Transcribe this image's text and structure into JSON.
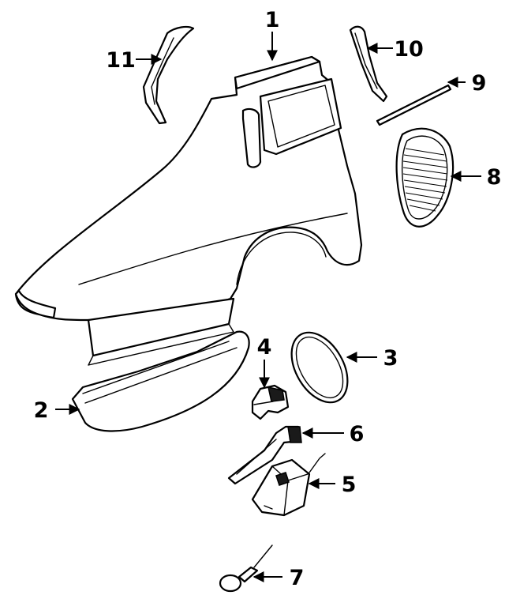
{
  "diagram": {
    "colors": {
      "line": "#000000",
      "background": "#ffffff"
    },
    "callouts": [
      {
        "id": "1",
        "label": "1"
      },
      {
        "id": "2",
        "label": "2"
      },
      {
        "id": "3",
        "label": "3"
      },
      {
        "id": "4",
        "label": "4"
      },
      {
        "id": "5",
        "label": "5"
      },
      {
        "id": "6",
        "label": "6"
      },
      {
        "id": "7",
        "label": "7"
      },
      {
        "id": "8",
        "label": "8"
      },
      {
        "id": "9",
        "label": "9"
      },
      {
        "id": "10",
        "label": "10"
      },
      {
        "id": "11",
        "label": "11"
      }
    ]
  }
}
